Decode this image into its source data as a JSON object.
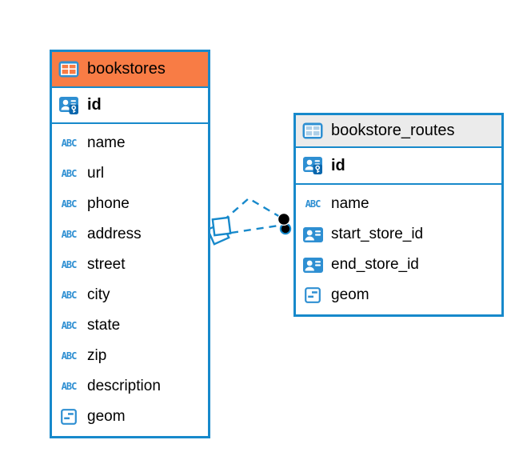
{
  "diagram": {
    "tables": [
      {
        "name": "bookstores",
        "header_color": "#f87c45",
        "icon": "table-icon",
        "primary_key": {
          "name": "id",
          "icon": "primary-key-icon"
        },
        "columns": [
          {
            "name": "name",
            "icon": "text-type-icon"
          },
          {
            "name": "url",
            "icon": "text-type-icon"
          },
          {
            "name": "phone",
            "icon": "text-type-icon"
          },
          {
            "name": "address",
            "icon": "text-type-icon"
          },
          {
            "name": "street",
            "icon": "text-type-icon"
          },
          {
            "name": "city",
            "icon": "text-type-icon"
          },
          {
            "name": "state",
            "icon": "text-type-icon"
          },
          {
            "name": "zip",
            "icon": "text-type-icon"
          },
          {
            "name": "description",
            "icon": "text-type-icon"
          },
          {
            "name": "geom",
            "icon": "geometry-type-icon"
          }
        ]
      },
      {
        "name": "bookstore_routes",
        "header_color": "#ebebeb",
        "icon": "table-icon",
        "primary_key": {
          "name": "id",
          "icon": "primary-key-icon"
        },
        "columns": [
          {
            "name": "name",
            "icon": "text-type-icon"
          },
          {
            "name": "start_store_id",
            "icon": "foreign-key-icon"
          },
          {
            "name": "end_store_id",
            "icon": "foreign-key-icon"
          },
          {
            "name": "geom",
            "icon": "geometry-type-icon"
          }
        ]
      }
    ],
    "relationship": {
      "from_table": "bookstores",
      "to_table": "bookstore_routes",
      "line_style": "dashed",
      "line_count": 2,
      "source_marker": "stacked-squares",
      "target_marker": "stacked-dots"
    },
    "colors": {
      "accent_blue": "#1789cb",
      "icon_blue": "#2e8fd2",
      "orange_header": "#f87c45",
      "gray_header": "#ebebeb",
      "text": "#000000",
      "background": "#ffffff"
    },
    "text_type_glyph": "ABC"
  }
}
